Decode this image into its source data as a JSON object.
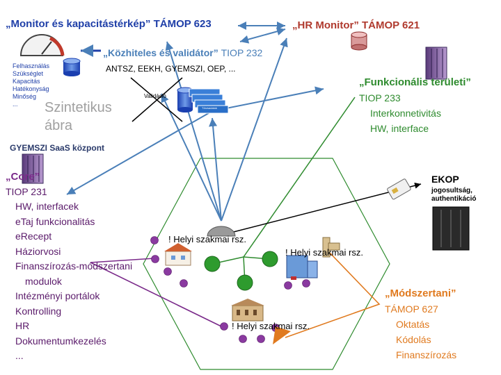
{
  "title_monitor": {
    "main": "„Monitor és kapacitástérkép” ",
    "suffix": "TÁMOP 623"
  },
  "title_hr": {
    "main": "„HR Monitor” ",
    "suffix": "TÁMOP 621"
  },
  "title_kozhiteles": {
    "main": "„Közhiteles és validátor” ",
    "suffix": "TIOP 232"
  },
  "kozhiteles_sub": "ANTSZ, EEKH, GYEMSZI, OEP, ...",
  "gauge_list": [
    "Felhasználás",
    "Szükséglet",
    "Kapacitás",
    "Hatékonyság",
    "Minőség",
    "..."
  ],
  "validacio": "Validáció",
  "torzsadatok": "Törzsadatok",
  "szintetikus": [
    "Szintetikus",
    "ábra"
  ],
  "funkcionalis": {
    "title": "„Funkcionális területi”",
    "code": "TIOP 233",
    "items": [
      "Interkonnetivitás",
      "HW, interface"
    ]
  },
  "saas": "GYEMSZI SaaS központ",
  "core": {
    "title": "„Core”",
    "code": "TIOP 231",
    "items": [
      "HW, interfacek",
      "eTaj funkcionalitás",
      "eRecept",
      "Háziorvosi",
      "Finanszírozás-módszertani",
      "modulok",
      "Intézményi portálok",
      "Kontrolling",
      "HR",
      "Dokumentumkezelés",
      "..."
    ]
  },
  "ekop": {
    "title": "EKOP",
    "sub": [
      "jogosultság,",
      "authentikáció"
    ]
  },
  "modszertani": {
    "title": "„Módszertani”",
    "code": "TÁMOP 627",
    "items": [
      "Oktatás",
      "Kódolás",
      "Finanszírozás"
    ]
  },
  "helyi": [
    "! Helyi szakmai rsz.",
    "! Helyi szakmai rsz.",
    "! Helyi szakmai rsz."
  ],
  "colors": {
    "blue": "#1f3fa8",
    "steel": "#4a7fb8",
    "green": "#2e8b2e",
    "purple": "#7a2a8a",
    "orange": "#e07a1f",
    "red": "#b03a2e"
  },
  "icons": [
    "gauge-icon",
    "database-icon",
    "server-rack-icon",
    "hospital-icon",
    "office-building-icon",
    "old-building-icon",
    "smart-card-icon",
    "satellite-dish-icon",
    "stack-icon"
  ]
}
